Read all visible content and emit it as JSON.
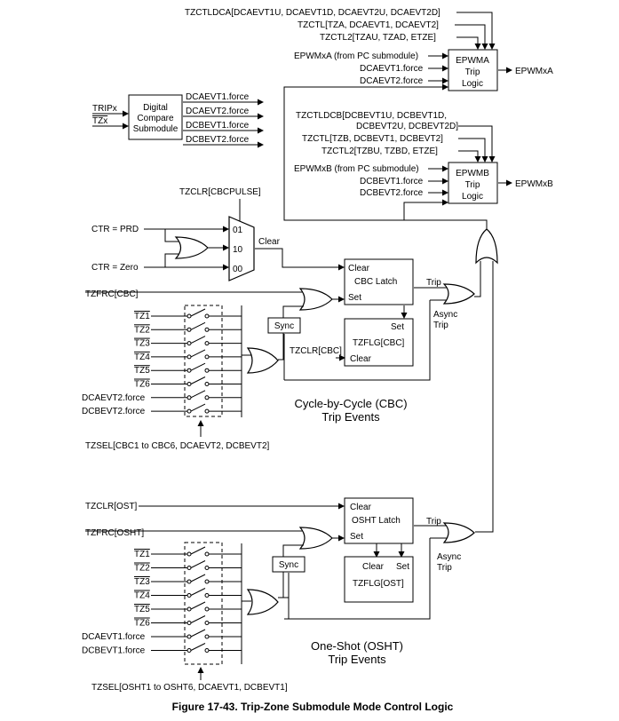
{
  "epwma": {
    "line1": "TZCTLDCA[DCAEVT1U, DCAEVT1D, DCAEVT2U, DCAEVT2D]",
    "line2": "TZCTL[TZA, DCAEVT1, DCAEVT2]",
    "line3": "TZCTL2[TZAU, TZAD, ETZE]",
    "pc_input": "EPWMxA (from PC submodule)",
    "force1": "DCAEVT1.force",
    "force2": "DCAEVT2.force",
    "block": [
      "EPWMA",
      "Trip",
      "Logic"
    ],
    "output": "EPWMxA"
  },
  "epwmb": {
    "line1a": "TZCTLDCB[DCBEVT1U, DCBEVT1D,",
    "line1b": "DCBEVT2U, DCBEVT2D]",
    "line2": "TZCTL[TZB, DCBEVT1, DCBEVT2]",
    "line3": "TZCTL2[TZBU, TZBD, ETZE]",
    "pc_input": "EPWMxB (from PC submodule)",
    "force1": "DCBEVT1.force",
    "force2": "DCBEVT2.force",
    "block": [
      "EPWMB",
      "Trip",
      "Logic"
    ],
    "output": "EPWMxB"
  },
  "dc": {
    "in1": "TRIPx",
    "in2": "TZx",
    "block": [
      "Digital",
      "Compare",
      "Submodule"
    ],
    "outputs": [
      "DCAEVT1.force",
      "DCAEVT2.force",
      "DCBEVT1.force",
      "DCBEVT2.force"
    ]
  },
  "cbc": {
    "mux_select": "TZCLR[CBCPULSE]",
    "ctr_prd": "CTR = PRD",
    "ctr_zero": "CTR = Zero",
    "mux_inputs": [
      "01",
      "10",
      "00"
    ],
    "clear_label": "Clear",
    "tzfrc": "TZFRC[CBC]",
    "latch_clear": "Clear",
    "latch_title": "CBC Latch",
    "latch_set": "Set",
    "trip_label": "Trip",
    "async_trip": [
      "Async",
      "Trip"
    ],
    "sync": "Sync",
    "tzclr": "TZCLR[CBC]",
    "flag_set": "Set",
    "flag_title": "TZFLG[CBC]",
    "flag_clear": "Clear",
    "inputs": [
      "TZ1",
      "TZ2",
      "TZ3",
      "TZ4",
      "TZ5",
      "TZ6",
      "DCAEVT2.force",
      "DCBEVT2.force"
    ],
    "title": [
      "Cycle-by-Cycle (CBC)",
      "Trip Events"
    ],
    "tzsel": "TZSEL[CBC1 to CBC6, DCAEVT2, DCBEVT2]"
  },
  "osht": {
    "tzclr": "TZCLR[OST]",
    "tzfrc": "TZFRC[OSHT]",
    "latch_clear": "Clear",
    "latch_title": "OSHT Latch",
    "latch_set": "Set",
    "trip_label": "Trip",
    "async_trip": [
      "Async",
      "Trip"
    ],
    "sync": "Sync",
    "flag_clear": "Clear",
    "flag_set": "Set",
    "flag_title": "TZFLG[OST]",
    "inputs": [
      "TZ1",
      "TZ2",
      "TZ3",
      "TZ4",
      "TZ5",
      "TZ6",
      "DCAEVT1.force",
      "DCBEVT1.force"
    ],
    "title": [
      "One-Shot (OSHT)",
      "Trip Events"
    ],
    "tzsel": "TZSEL[OSHT1 to OSHT6, DCAEVT1, DCBEVT1]"
  },
  "caption": "Figure 17-43. Trip-Zone Submodule Mode Control Logic"
}
